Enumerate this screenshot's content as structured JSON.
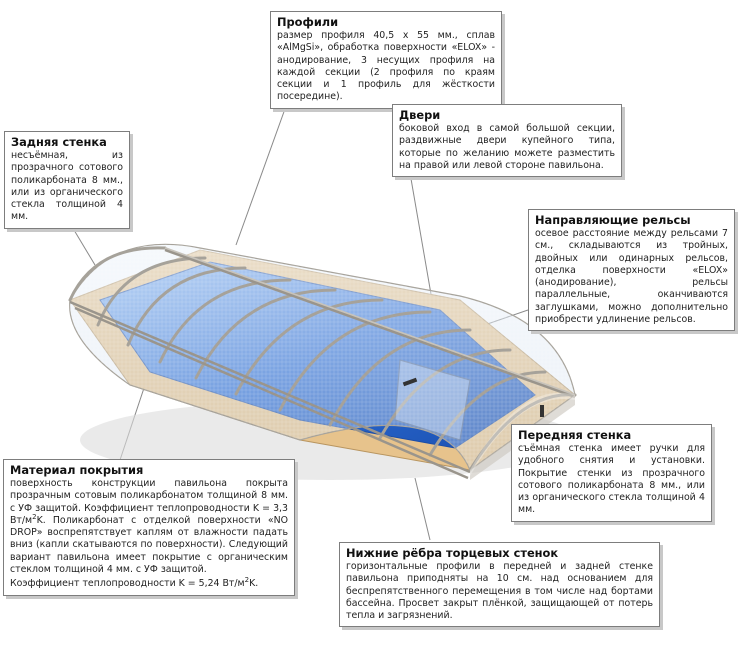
{
  "callouts": {
    "profiles": {
      "title": "Профили",
      "text": "размер профиля 40,5 х 55 мм., сплав «AlMgSi», обработка поверхности «ELOX» - анодирование, 3 несущих профиля на каждой секции (2 профиля по краям секции и 1 профиль для жёсткости посередине)."
    },
    "back_wall": {
      "title": "Задняя стенка",
      "text": "несъёмная, из прозрачного сотового поликарбоната 8 мм., или из органического стекла толщиной 4 мм."
    },
    "doors": {
      "title": "Двери",
      "text": "боковой вход в самой большой секции, раздвижные двери купейного типа, которые по желанию можете разместить на правой или левой стороне павильона."
    },
    "rails": {
      "title": "Направляющие рельсы",
      "text": "осевое расстояние между рельсами 7 см., складываются из тройных, двойных или одинарных рельсов, отделка поверхности «ELOX» (анодирование), рельсы параллельные, оканчиваются заглушками, можно дополнительно приобрести удлинение рельсов."
    },
    "front_wall": {
      "title": "Передняя стенка",
      "text": "съёмная стенка имеет ручки для удобного снятия и установки. Покрытие стенки из прозрачного сотового поликарбоната 8 мм., или из органического стекла толщиной 4 мм."
    },
    "material": {
      "title": "Материал покрытия",
      "text_part1": "поверхность конструкции павильона покрыта прозрачным сотовым поликарбонатом толщиной 8 мм. с УФ защитой. Коэффициент теплопроводности K = 3,3 Вт/м",
      "text_part2": "K. Поликарбонат с отделкой поверхности «NO DROP» воспрепятствует каплям от влажности падать вниз (капли скатываются по поверхности). Следующий вариант павильона имеет покрытие с органическим стеклом толщиной 4 мм. с УФ защитой.",
      "text2_part1": "Коэффициент теплопроводности K = 5,24 Вт/м",
      "text2_part2": "K.",
      "superscript": "2"
    },
    "lower_ribs": {
      "title": "Нижние рёбра торцевых стенок",
      "text": "горизонтальные профили в передней и задней стенке павильона приподняты на 10 см. над основанием для беспрепятственного перемещения в том числе над бортами бассейна. Просвет закрыт плёнкой, защищающей от потерь тепла и загрязнений."
    }
  },
  "colors": {
    "water": "#2f6fd6",
    "frame": "#a6a29a",
    "deck": "#e7c38c",
    "border": "#7d7d7d",
    "leader": "#8a8a8a"
  }
}
